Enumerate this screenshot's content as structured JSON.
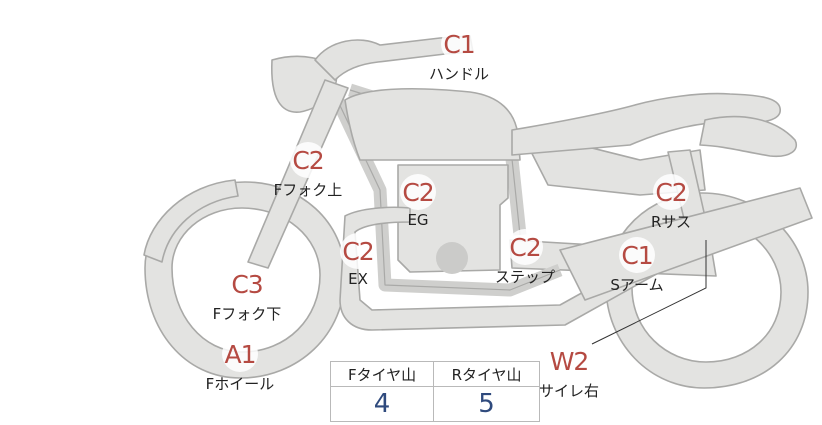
{
  "markers": [
    {
      "id": "handle",
      "grade": "C1",
      "label": "ハンドル"
    },
    {
      "id": "fork-upper",
      "grade": "C2",
      "label": "Fフォク上"
    },
    {
      "id": "engine",
      "grade": "C2",
      "label": "EG"
    },
    {
      "id": "rear-shock",
      "grade": "C2",
      "label": "Rサス"
    },
    {
      "id": "exhaust",
      "grade": "C2",
      "label": "EX"
    },
    {
      "id": "step",
      "grade": "C2",
      "label": "ステップ"
    },
    {
      "id": "swing-arm",
      "grade": "C1",
      "label": "Sアーム"
    },
    {
      "id": "fork-lower",
      "grade": "C3",
      "label": "Fフォク下"
    },
    {
      "id": "front-wheel",
      "grade": "A1",
      "label": "Fホイール"
    },
    {
      "id": "muffler-right",
      "grade": "W2",
      "label": "サイレ右"
    }
  ],
  "tread_table": {
    "headers": [
      "Fタイヤ山",
      "Rタイヤ山"
    ],
    "values": [
      "4",
      "5"
    ]
  },
  "colors": {
    "bike_fill": "#e3e3e1",
    "bike_stroke": "#a9a9a7",
    "grade_text": "#b54a42",
    "value_text": "#2f4a7d"
  }
}
